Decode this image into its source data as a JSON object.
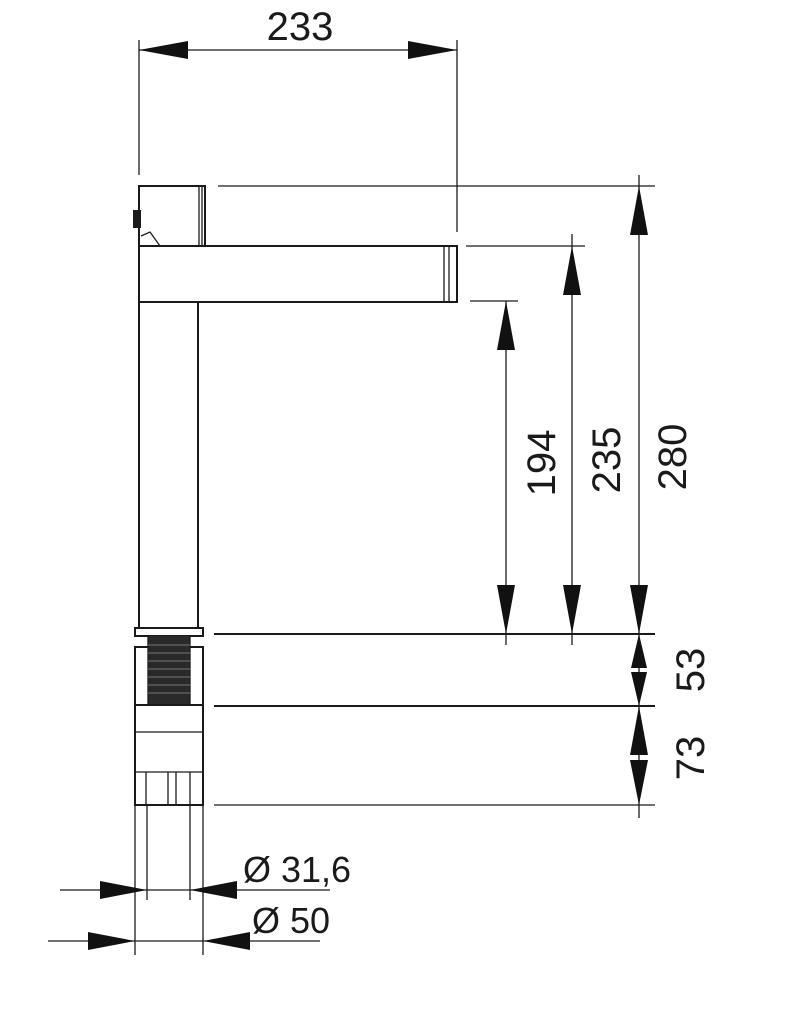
{
  "dimensions": {
    "width_top": "233",
    "height_spout_outlet": "194",
    "height_spout_top": "235",
    "height_total": "280",
    "base_upper": "53",
    "base_lower": "73",
    "diameter_inner": "Ø 31,6",
    "diameter_outer": "Ø 50"
  },
  "colors": {
    "line": "#1a1a1a",
    "background": "#ffffff"
  }
}
